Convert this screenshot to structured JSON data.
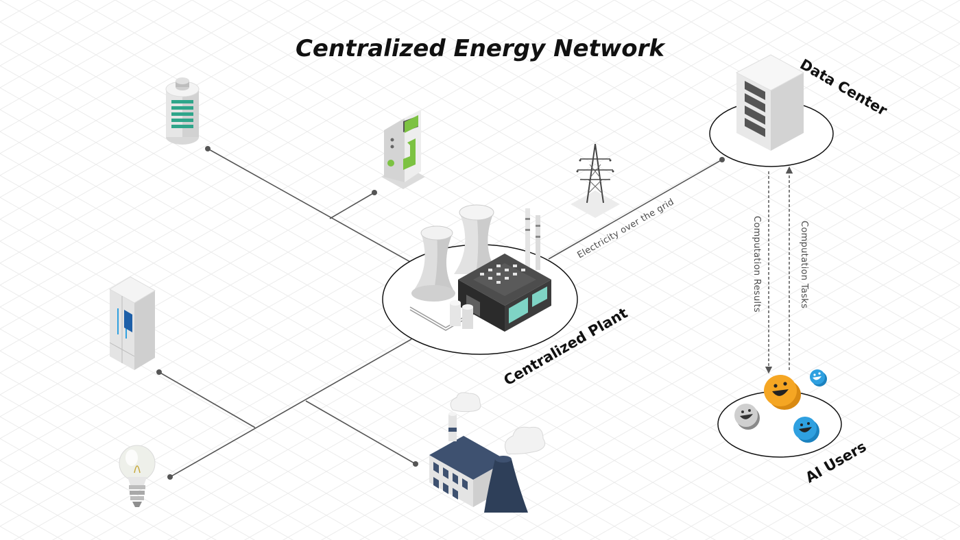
{
  "title": "Centralized Energy Network",
  "labels": {
    "centralized_plant": "Centralized Plant",
    "data_center": "Data Center",
    "ai_users": "AI Users",
    "grid": "Electricity over the grid",
    "results": "Computation Results",
    "tasks": "Computation Tasks"
  },
  "colors": {
    "battery_green": "#2fa58a",
    "charger_green": "#7cc242",
    "user_orange": "#f5a623",
    "user_blue": "#2fa0e0",
    "factory_blue": "#3e5170",
    "plant_teal": "#7fd4c5"
  }
}
